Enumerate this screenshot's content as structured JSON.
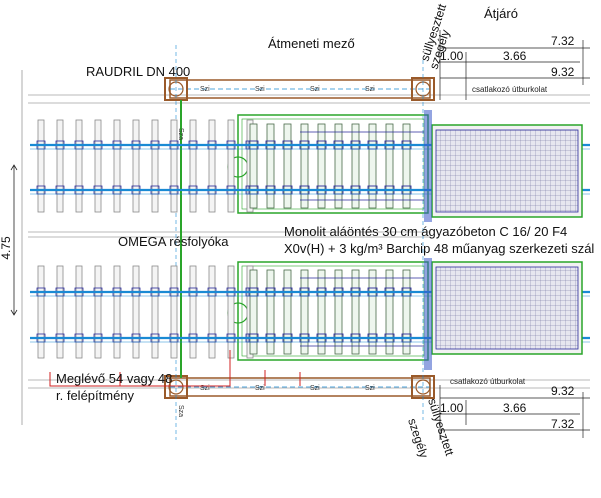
{
  "labels": {
    "atmeneti_mezo": "Átmeneti mező",
    "atjaro": "Átjáró",
    "raudril": "RAUDRIL DN 400",
    "omega": "OMEGA résfolyóka",
    "monolit_line1": "Monolit aláöntés 30 cm ágyazóbeton  C 16/ 20  F4",
    "monolit_line2": "X0v(H) + 3 kg/m³  Barchip 48 műanyag szerkezeti szál",
    "meglevo_line1": "Meglévő 54 vagy  48",
    "meglevo_line2": "r. felépítmény",
    "sullyesztett_top": "süllyesztett",
    "szegely_top": "szegély",
    "sullyesztett_bottom": "süllyesztett",
    "szegely_bottom": "szegély",
    "csatlakozo_top": "csatlakozó útburkolat",
    "csatlakozo_bottom": "csatlakozó útburkolat",
    "vertical_dim": "4.75",
    "szi": "Szi",
    "sza": "Sza"
  },
  "dimensions_top": {
    "d1": "7.32",
    "d2": "1.00",
    "d3": "3.66",
    "d4": "9.32"
  },
  "dimensions_bottom": {
    "d1": "9.32",
    "d2": "1.00",
    "d3": "3.66",
    "d4": "7.32"
  },
  "colors": {
    "track_blue": "#1a8ad4",
    "green": "#2aa52a",
    "brown": "#9a5a2a",
    "red": "#d22020",
    "navy": "#2a2a9a",
    "grid_gray": "#8a8a8a"
  }
}
